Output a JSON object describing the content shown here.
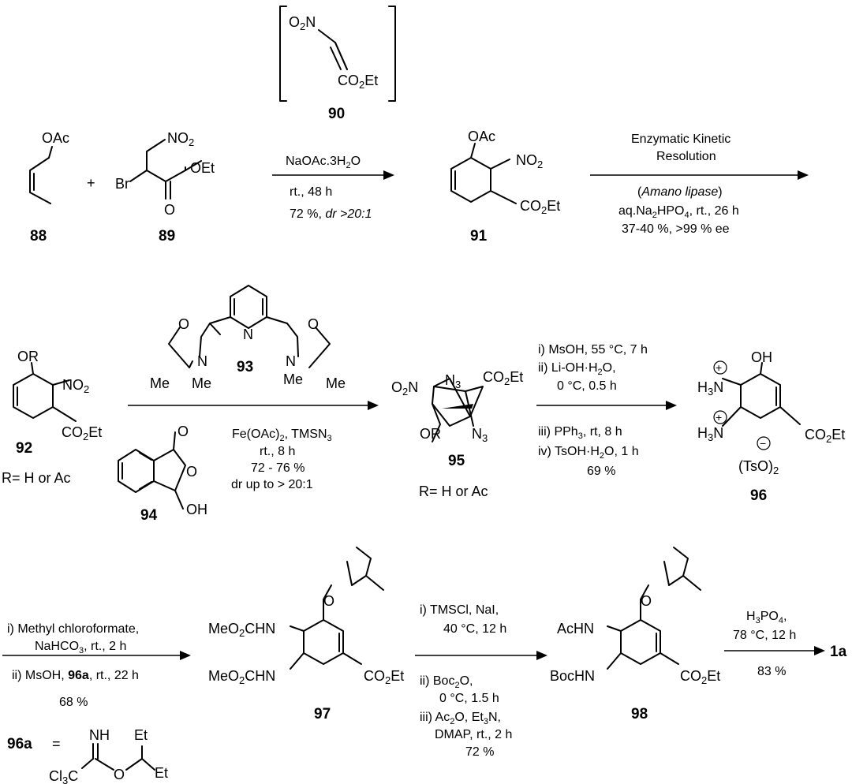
{
  "compounds": {
    "c88": {
      "number": "88",
      "oac": "OAc"
    },
    "c89": {
      "number": "89",
      "no2": "NO2",
      "br": "Br",
      "oet": "OEt",
      "o": "O"
    },
    "plus": "+",
    "c90": {
      "number": "90",
      "o2n": "O2N",
      "ester": "CO2Et"
    },
    "c91": {
      "number": "91",
      "oac": "OAc",
      "no2": "NO2",
      "ester": "CO2Et"
    },
    "c92": {
      "number": "92",
      "or": "OR",
      "no2": "NO2",
      "ester": "CO2Et",
      "r_def": "R= H or Ac"
    },
    "c93": {
      "number": "93",
      "o_left": "O",
      "o_right": "O",
      "n_py": "N",
      "n_left": "N",
      "n_right": "N",
      "me1": "Me",
      "me2": "Me",
      "me3": "Me",
      "me4": "Me"
    },
    "c94": {
      "number": "94",
      "o_carbonyl": "O",
      "o_ring": "O",
      "oh": "OH"
    },
    "c95": {
      "number": "95",
      "o2n": "O2N",
      "n3_top": "N3",
      "ester": "CO2Et",
      "or": "OR",
      "n3_bottom": "N3",
      "r_def": "R= H or Ac"
    },
    "c96": {
      "number": "96",
      "oh": "OH",
      "h3n_top": "H3N",
      "h3n_bottom": "H3N",
      "plus1": "+",
      "plus2": "+",
      "minus": "−",
      "ester": "CO2Et",
      "counterion": "(TsO)2"
    },
    "c96a": {
      "label": "96a",
      "eq": "=",
      "nh": "NH",
      "et1": "Et",
      "et2": "Et",
      "cl3c": "Cl3C",
      "o": "O"
    },
    "c97": {
      "number": "97",
      "carbamate_top": "MeO2CHN",
      "carbamate_bottom": "MeO2CHN",
      "ester": "CO2Et"
    },
    "c98": {
      "number": "98",
      "achn": "AcHN",
      "bochn": "BocHN",
      "ester": "CO2Et"
    },
    "c1a": {
      "number": "1a"
    }
  },
  "conditions": {
    "step1": [
      "NaOAc.3H2O",
      "rt., 48 h",
      "72 %, dr >20:1"
    ],
    "step2": [
      "Enzymatic Kinetic",
      "Resolution",
      "(Amano lipase)",
      "aq.Na2HPO4, rt., 26 h",
      "37-40 %, >99 % ee"
    ],
    "step3": [
      "Fe(OAc)2, TMSN3",
      "rt., 8 h",
      "72 - 76 %",
      "dr up to > 20:1"
    ],
    "step4": [
      "i) MsOH, 55 °C, 7 h",
      "ii) Li-OH·H2O,",
      "0 °C, 0.5 h",
      "iii) PPh3, rt, 8 h",
      "iv) TsOH·H2O, 1 h",
      "69 %"
    ],
    "step5": [
      "i) Methyl chloroformate,",
      "NaHCO3, rt., 2 h",
      "ii) MsOH, 96a, rt., 22 h",
      "68 %"
    ],
    "step6": [
      "i) TMSCl, NaI,",
      "40 °C, 12 h",
      "ii) Boc2O,",
      "0 °C, 1.5 h",
      "iii) Ac2O, Et3N,",
      "DMAP, rt., 2 h",
      "72 %"
    ],
    "step7": [
      "H3PO4,",
      "78 °C, 12 h",
      "83 %"
    ]
  }
}
